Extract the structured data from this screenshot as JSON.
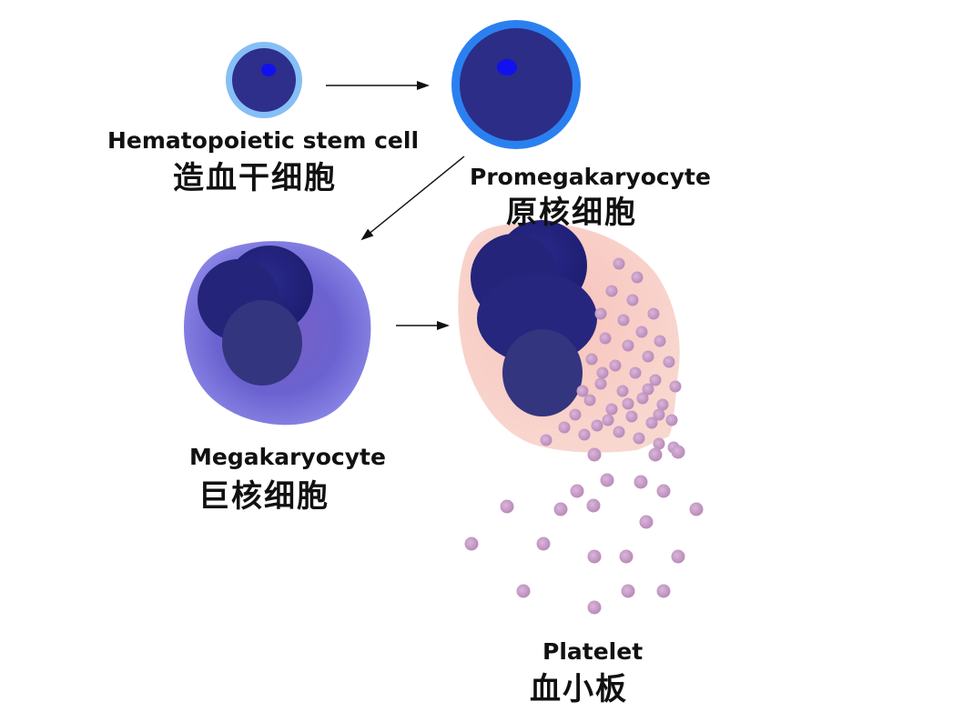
{
  "stages": [
    {
      "id": "hsc",
      "label_en": "Hematopoietic stem cell",
      "label_zh": "造血干细胞"
    },
    {
      "id": "promega",
      "label_en": "Promegakaryocyte",
      "label_zh": "原核细胞"
    },
    {
      "id": "mega",
      "label_en": "Megakaryocyte",
      "label_zh": "巨核细胞"
    },
    {
      "id": "platelet",
      "label_en": "Platelet",
      "label_zh": "血小板"
    }
  ],
  "colors": {
    "nucleus_dark": "#23237a",
    "nucleus_mid": "#2e2f8f",
    "nucleolus": "#1010e8",
    "hsc_membrane": "#7fb4f4",
    "promega_membrane": "#2a7ff0",
    "mega_cytoplasm": "#6a68d6",
    "mature_cytoplasm": "#f6c9c0",
    "platelet": "#c9a3c9",
    "arrow": "#111111"
  }
}
